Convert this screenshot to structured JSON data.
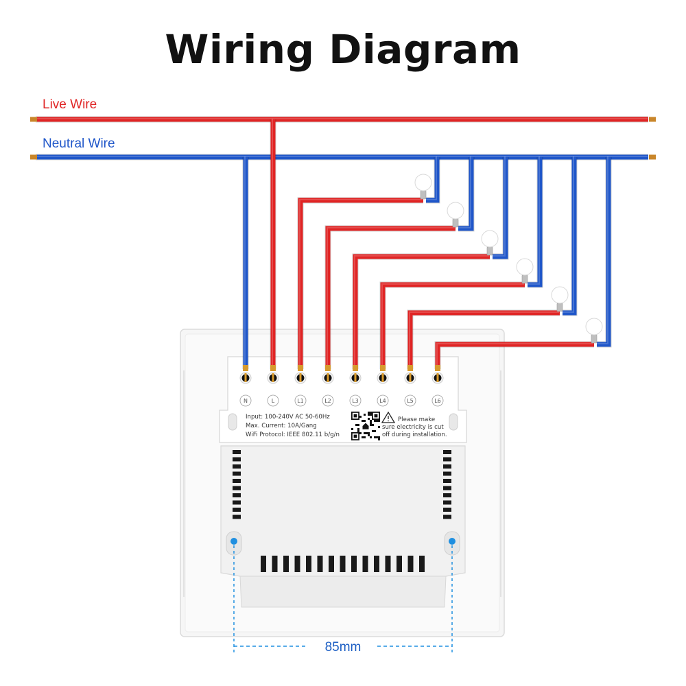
{
  "title": "Wiring Diagram",
  "wires": {
    "live": {
      "label": "Live Wire",
      "color": "#e02424"
    },
    "neutral": {
      "label": "Neutral Wire",
      "color": "#1f56c9"
    }
  },
  "terminals": [
    "N",
    "L",
    "L1",
    "L2",
    "L3",
    "L4",
    "L5",
    "L6"
  ],
  "specs": {
    "input": "Input: 100-240V  AC 50-60Hz",
    "current": "Max. Current: 10A/Gang",
    "protocol": "WiFi Protocol: IEEE 802.11 b/g/n"
  },
  "warning": [
    "Please make",
    "sure electricity is cut",
    "off during installation."
  ],
  "dimension": "85mm",
  "lamps": 6,
  "icons": {
    "warning": "warning-triangle-icon",
    "qr": "qr-code-icon",
    "bulb": "light-bulb-icon"
  }
}
